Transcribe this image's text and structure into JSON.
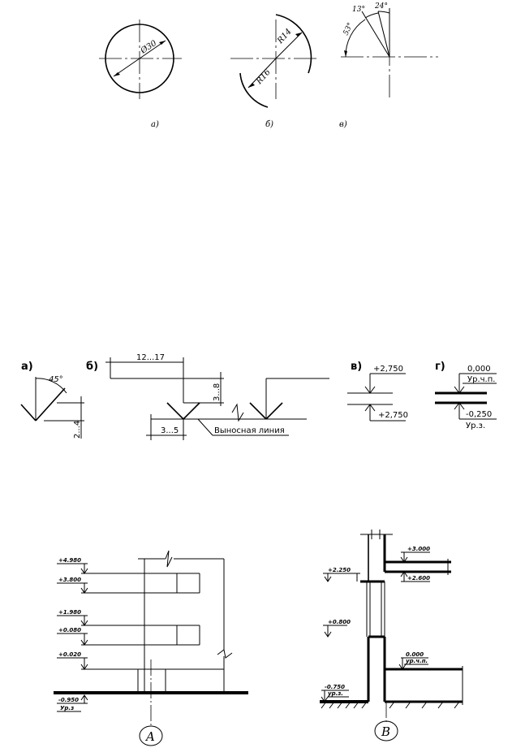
{
  "figure1": {
    "dim_diameter": "Ø30",
    "dim_r14": "R14",
    "dim_r16": "R16",
    "ang_13": "13°",
    "ang_24": "24°",
    "ang_53": "53°",
    "caption_a": "а)",
    "caption_b": "б)",
    "caption_v": "в)"
  },
  "figure2": {
    "label_a": "а)",
    "label_b": "б)",
    "label_v": "в)",
    "label_g": "г)",
    "angle_45": "45°",
    "dim_2_4": "2...4",
    "dim_12_17": "12...17",
    "dim_3_8": "3...8",
    "dim_3_5": "3...5",
    "leader_text": "Выносная линия",
    "v_top": "+2,750",
    "v_bottom": "+2,750",
    "g_top": "0,000",
    "g_top_sub": "Ур.ч.п.",
    "g_bottom": "-0,250",
    "g_bottom_sub": "Ур.з."
  },
  "figure3": {
    "left_marks": [
      "+4.980",
      "+3.800",
      "+1.980",
      "+0.080",
      "+0.020"
    ],
    "left_ground": "-0.950",
    "left_ground_sub": "Ур.з",
    "axis_A": "A",
    "right_marks": [
      "+2.250",
      "+3.000",
      "+2.600",
      "+0.800"
    ],
    "right_zero": "0.000",
    "right_zero_sub": "ур.ч.п.",
    "right_ground": "-0.750",
    "right_ground_sub": "ур.з.",
    "axis_B": "В"
  }
}
